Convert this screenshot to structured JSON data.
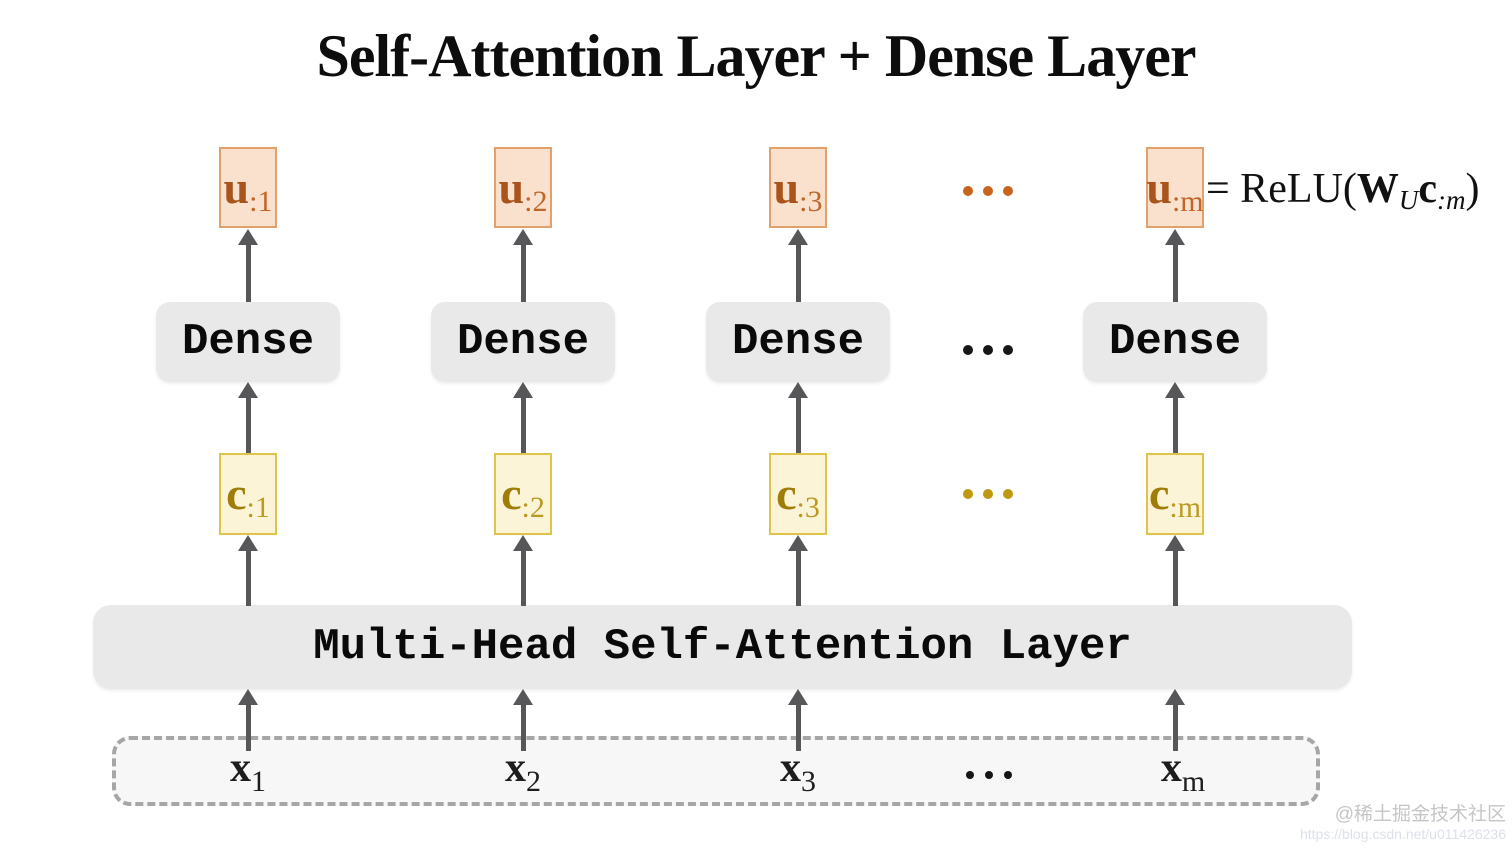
{
  "title": "Self-Attention Layer + Dense Layer",
  "columns": [
    {
      "u_base": "u",
      "u_sub": ":1",
      "dense_label": "Dense",
      "c_base": "c",
      "c_sub": ":1",
      "x_base": "x",
      "x_sub": "1"
    },
    {
      "u_base": "u",
      "u_sub": ":2",
      "dense_label": "Dense",
      "c_base": "c",
      "c_sub": ":2",
      "x_base": "x",
      "x_sub": "2"
    },
    {
      "u_base": "u",
      "u_sub": ":3",
      "dense_label": "Dense",
      "c_base": "c",
      "c_sub": ":3",
      "x_base": "x",
      "x_sub": "3"
    },
    {
      "u_base": "u",
      "u_sub": ":m",
      "dense_label": "Dense",
      "c_base": "c",
      "c_sub": ":m",
      "x_base": "x",
      "x_sub": "m"
    }
  ],
  "attention": {
    "label": "Multi-Head Self-Attention Layer"
  },
  "formula": {
    "eq": "= ReLU(",
    "w_base": "W",
    "w_sub": "U",
    "c_base": "c",
    "c_sub": ":m",
    "close": ")"
  },
  "ellipsis_label": "...",
  "watermark": {
    "line1": "@稀土掘金技术社区",
    "line2": "https://blog.csdn.net/u011426236"
  },
  "colors": {
    "u_fill": "#f9e1cd",
    "u_border": "#e2a06b",
    "u_text": "#a8541c",
    "u_sub": "#c0662a",
    "c_fill": "#fcf4d7",
    "c_border": "#e0c449",
    "c_text": "#9f7d08",
    "c_sub": "#bb9a24",
    "box_gray": "#e9e9e9",
    "arrow": "#57575a",
    "dash_fill": "#f7f7f7",
    "dash_border": "#a6a6a6",
    "dots_u": "#c8641d",
    "dots_c": "#bf990f",
    "dots_dark": "#161616",
    "title_color": "#0d0d0d",
    "wm_text": "#c6c6c6",
    "wm_url": "#dde1ec"
  }
}
